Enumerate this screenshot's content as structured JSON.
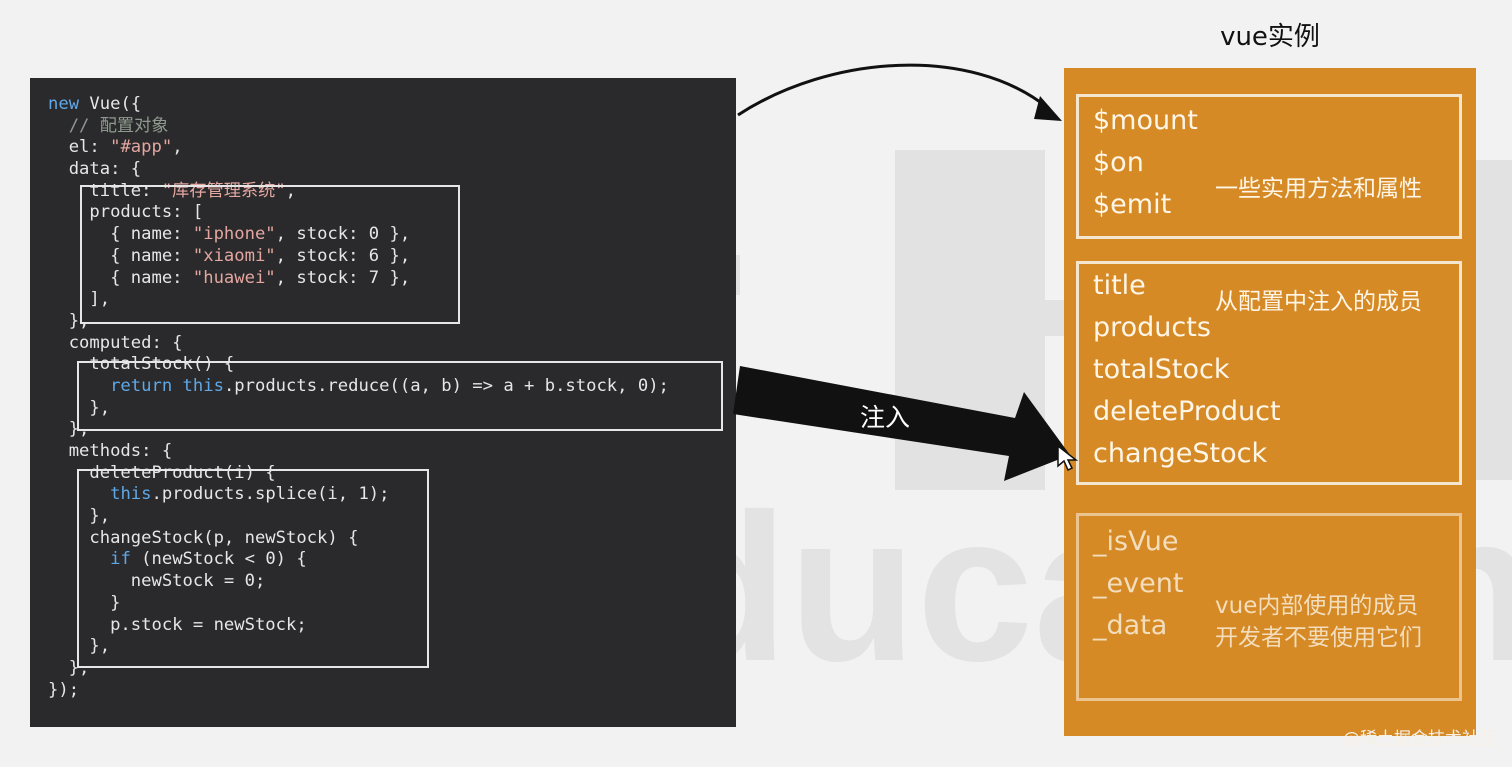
{
  "watermark": {
    "text": "Education"
  },
  "code_panel": {
    "lines": [
      [
        {
          "t": "new",
          "c": "kw"
        },
        {
          "t": " Vue({",
          "c": "prop"
        }
      ],
      [
        {
          "t": "  // 配置对象",
          "c": "cm"
        }
      ],
      [
        {
          "t": "  el: ",
          "c": "prop"
        },
        {
          "t": "\"#app\"",
          "c": "str"
        },
        {
          "t": ",",
          "c": "prop"
        }
      ],
      [
        {
          "t": "  data: {",
          "c": "prop"
        }
      ],
      [
        {
          "t": "    title: ",
          "c": "prop"
        },
        {
          "t": "\"库存管理系统\"",
          "c": "str"
        },
        {
          "t": ",",
          "c": "prop"
        }
      ],
      [
        {
          "t": "    products: [",
          "c": "prop"
        }
      ],
      [
        {
          "t": "      { name: ",
          "c": "prop"
        },
        {
          "t": "\"iphone\"",
          "c": "str"
        },
        {
          "t": ", stock: 0 },",
          "c": "prop"
        }
      ],
      [
        {
          "t": "      { name: ",
          "c": "prop"
        },
        {
          "t": "\"xiaomi\"",
          "c": "str"
        },
        {
          "t": ", stock: 6 },",
          "c": "prop"
        }
      ],
      [
        {
          "t": "      { name: ",
          "c": "prop"
        },
        {
          "t": "\"huawei\"",
          "c": "str"
        },
        {
          "t": ", stock: 7 },",
          "c": "prop"
        }
      ],
      [
        {
          "t": "    ],",
          "c": "prop"
        }
      ],
      [
        {
          "t": "  },",
          "c": "prop"
        }
      ],
      [
        {
          "t": "  computed: {",
          "c": "prop"
        }
      ],
      [
        {
          "t": "    totalStock() {",
          "c": "prop"
        }
      ],
      [
        {
          "t": "      return ",
          "c": "kw"
        },
        {
          "t": "this",
          "c": "kw"
        },
        {
          "t": ".products.reduce((a, b) => a + b.stock, 0);",
          "c": "prop"
        }
      ],
      [
        {
          "t": "    },",
          "c": "prop"
        }
      ],
      [
        {
          "t": "  },",
          "c": "prop"
        }
      ],
      [
        {
          "t": "  methods: {",
          "c": "prop"
        }
      ],
      [
        {
          "t": "    deleteProduct(i) {",
          "c": "prop"
        }
      ],
      [
        {
          "t": "      ",
          "c": "prop"
        },
        {
          "t": "this",
          "c": "kw"
        },
        {
          "t": ".products.splice(i, 1);",
          "c": "prop"
        }
      ],
      [
        {
          "t": "    },",
          "c": "prop"
        }
      ],
      [
        {
          "t": "    changeStock(p, newStock) {",
          "c": "prop"
        }
      ],
      [
        {
          "t": "      ",
          "c": "prop"
        },
        {
          "t": "if",
          "c": "kw"
        },
        {
          "t": " (newStock < 0) {",
          "c": "prop"
        }
      ],
      [
        {
          "t": "        newStock = 0;",
          "c": "prop"
        }
      ],
      [
        {
          "t": "      }",
          "c": "prop"
        }
      ],
      [
        {
          "t": "      p.stock = newStock;",
          "c": "prop"
        }
      ],
      [
        {
          "t": "    },",
          "c": "prop"
        }
      ],
      [
        {
          "t": "  },",
          "c": "prop"
        }
      ],
      [
        {
          "t": "});",
          "c": "prop"
        }
      ]
    ]
  },
  "instance": {
    "title": "vue实例",
    "groups": [
      {
        "items": [
          "$mount",
          "$on",
          "$emit"
        ],
        "note": [
          "一些实用方法和属性"
        ]
      },
      {
        "items": [
          "title",
          "products",
          "totalStock",
          "deleteProduct",
          "changeStock"
        ],
        "note": [
          "从配置中注入的成员"
        ]
      },
      {
        "items": [
          "_isVue",
          "_event",
          "_data"
        ],
        "note": [
          "vue内部使用的成员",
          "开发者不要使用它们"
        ]
      }
    ]
  },
  "arrows": {
    "inject_label": "注入"
  },
  "credit": "@稀土掘金技术社区",
  "colors": {
    "code_bg": "#2a2a2c",
    "panel_orange": "#d58a25",
    "keyword": "#5fa8e8",
    "string": "#e3a6a0"
  }
}
